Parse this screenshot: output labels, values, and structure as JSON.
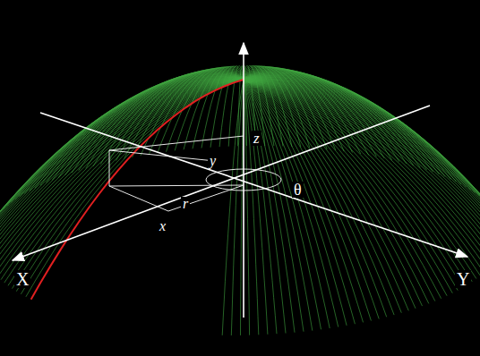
{
  "diagram": {
    "labels": [
      "X",
      "Y",
      "z",
      "y",
      "r",
      "x",
      "θ"
    ]
  }
}
